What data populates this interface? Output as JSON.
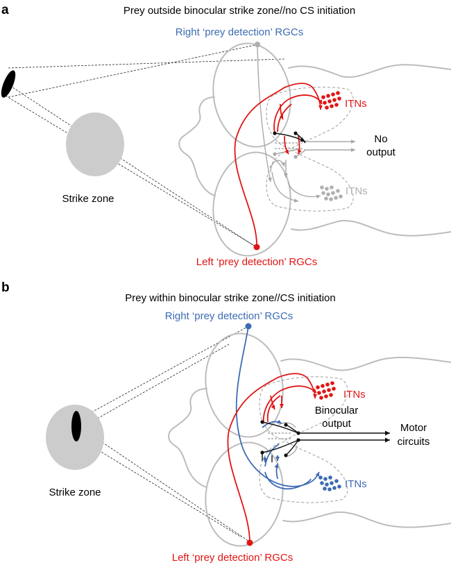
{
  "panel_a": {
    "letter": "a",
    "title": "Prey outside binocular strike zone//no CS initiation",
    "right_rgc_label": "Right ‘prey detection’ RGCs",
    "left_rgc_label": "Left ‘prey detection’ RGCs",
    "itn_top_label": "ITNs",
    "itn_bottom_label": "ITNs",
    "output_line1": "No",
    "output_line2": "output",
    "strike_zone_label": "Strike zone"
  },
  "panel_b": {
    "letter": "b",
    "title": "Prey within binocular strike zone//CS initiation",
    "right_rgc_label": "Right ‘prey detection’ RGCs",
    "left_rgc_label": "Left ‘prey detection’ RGCs",
    "itn_top_label": "ITNs",
    "itn_bottom_label": "ITNs",
    "binocular_line1": "Binocular",
    "binocular_line2": "output",
    "motor_line1": "Motor",
    "motor_line2": "circuits",
    "strike_zone_label": "Strike zone"
  },
  "colors": {
    "left_rgc": "#e11414",
    "right_rgc_active": "#3d6bb2",
    "inactive": "#a8a8a8",
    "strike_zone": "#cccccc",
    "prey": "#000000"
  },
  "icons": [
    "prey-ellipse-icon",
    "rgc-cell-icon",
    "itn-cluster-icon",
    "arrow-icon"
  ]
}
